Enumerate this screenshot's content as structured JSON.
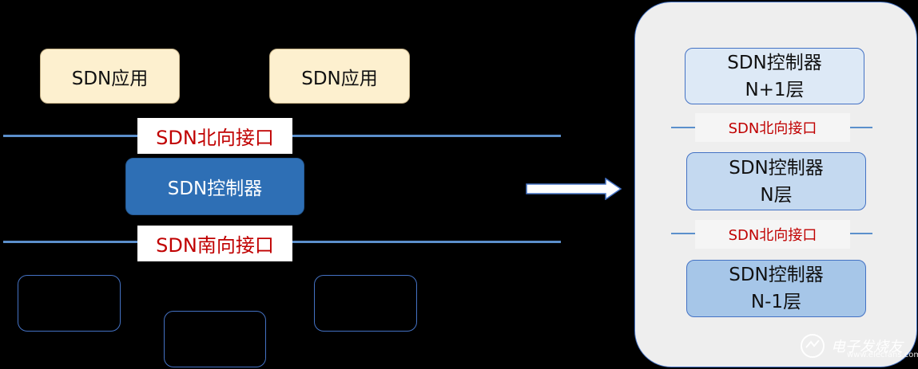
{
  "left": {
    "apps": [
      "SDN应用",
      "SDN应用"
    ],
    "northbound_label": "SDN北向接口",
    "controller_label": "SDN控制器",
    "southbound_label": "SDN南向接口"
  },
  "right_panel": {
    "layers": [
      {
        "line1": "SDN控制器",
        "line2": "N+1层"
      },
      {
        "line1": "SDN控制器",
        "line2": "N层"
      },
      {
        "line1": "SDN控制器",
        "line2": "N-1层"
      }
    ],
    "interfaces": [
      "SDN北向接口",
      "SDN北向接口"
    ]
  },
  "watermark": {
    "text": "电子发烧友",
    "url": "www.elecfans.com"
  }
}
